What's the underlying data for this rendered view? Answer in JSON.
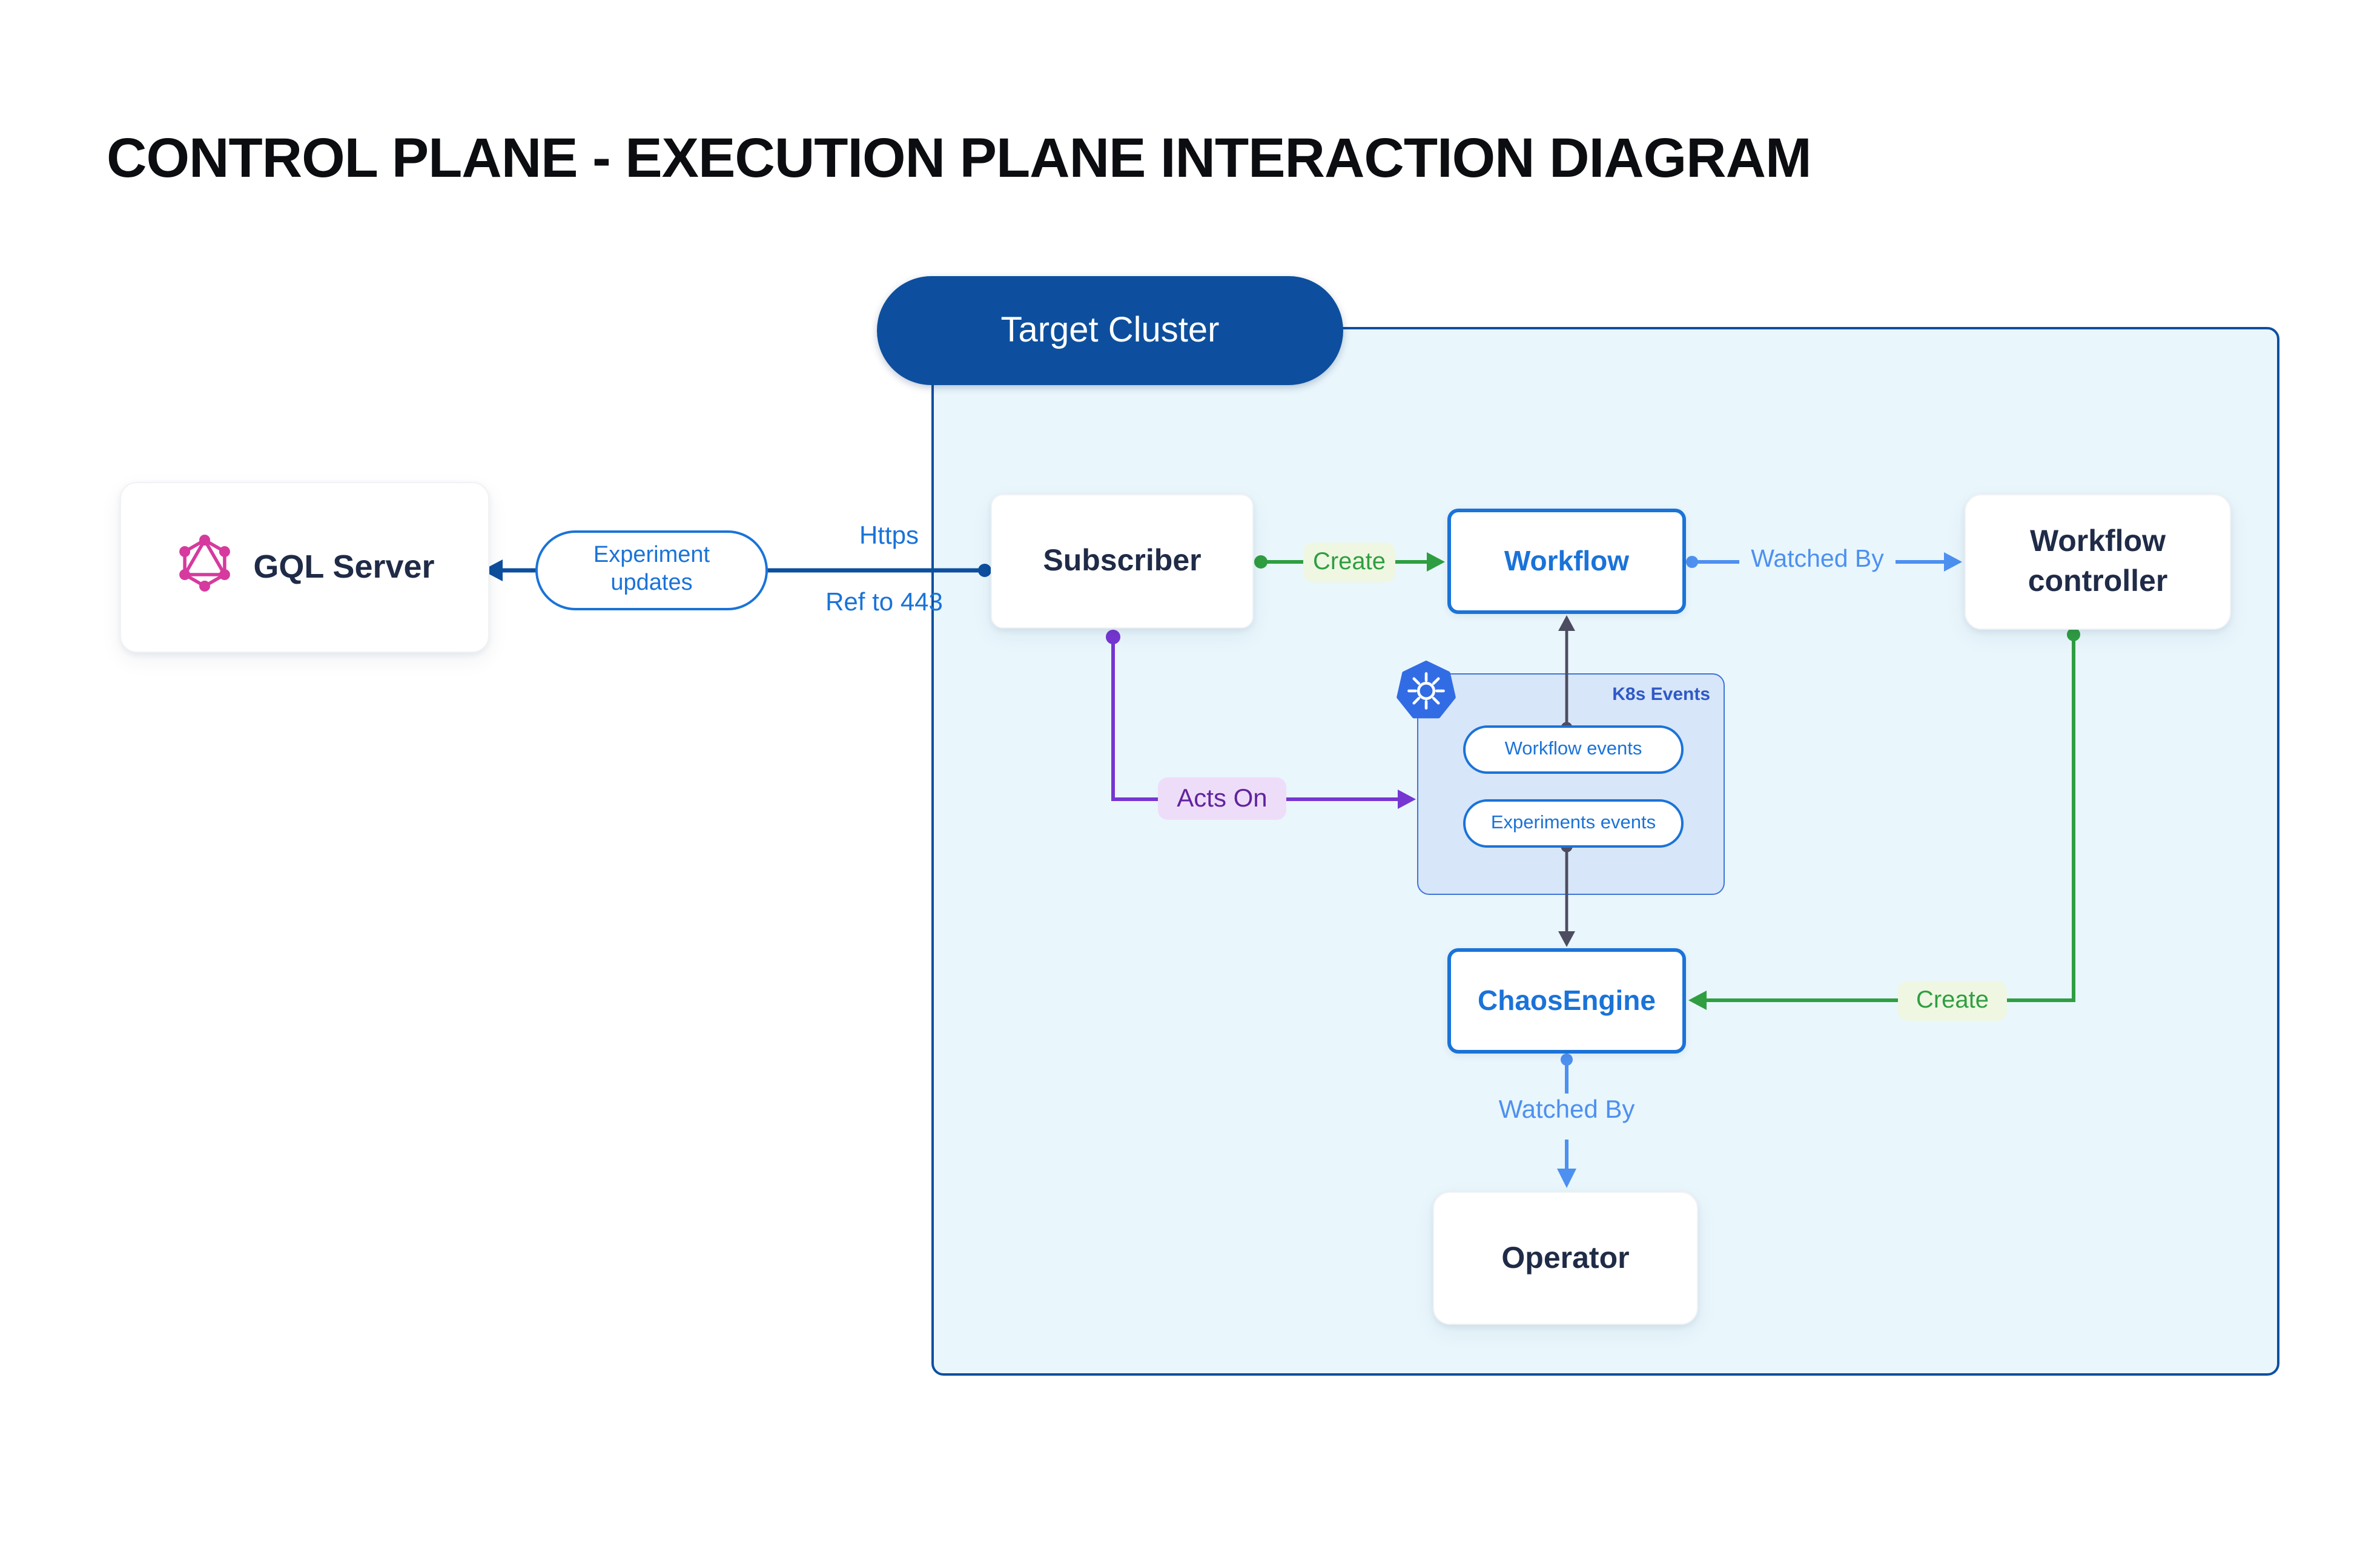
{
  "title": "CONTROL PLANE - EXECUTION PLANE INTERACTION DIAGRAM",
  "target_cluster": {
    "label": "Target Cluster"
  },
  "nodes": {
    "gql_server": {
      "label": "GQL Server",
      "icon": "graphql-icon"
    },
    "subscriber": {
      "label": "Subscriber"
    },
    "workflow": {
      "label": "Workflow"
    },
    "workflow_controller": {
      "label": "Workflow controller"
    },
    "chaos_engine": {
      "label": "ChaosEngine"
    },
    "operator": {
      "label": "Operator"
    }
  },
  "k8s_events": {
    "label": "K8s Events",
    "icon": "kubernetes-icon",
    "pills": [
      "Workflow events",
      "Experiments events"
    ]
  },
  "edges": {
    "experiment_updates": {
      "label": "Experiment updates"
    },
    "https": {
      "label": "Https"
    },
    "ref_443": {
      "label": "Ref to 443"
    },
    "create_workflow": {
      "label": "Create"
    },
    "watched_by_workflow": {
      "label": "Watched By"
    },
    "acts_on": {
      "label": "Acts On"
    },
    "create_chaosengine": {
      "label": "Create"
    },
    "watched_by_operator": {
      "label": "Watched By"
    }
  },
  "colors": {
    "primary_blue": "#0d4f9e",
    "link_blue": "#1a73d8",
    "light_blue": "#4d90f0",
    "green": "#2f9e41",
    "green_bg": "#eff7e2",
    "purple": "#7636d2",
    "purple_text": "#61249f",
    "purple_bg": "#eeddf8",
    "slate": "#4d4d61",
    "navy_text": "#1f2b47",
    "graphql_pink": "#d63a9e",
    "kubernetes_blue": "#326ce5",
    "cluster_bg": "#e9f6fc",
    "k8s_box_bg": "#d7e6f8"
  }
}
